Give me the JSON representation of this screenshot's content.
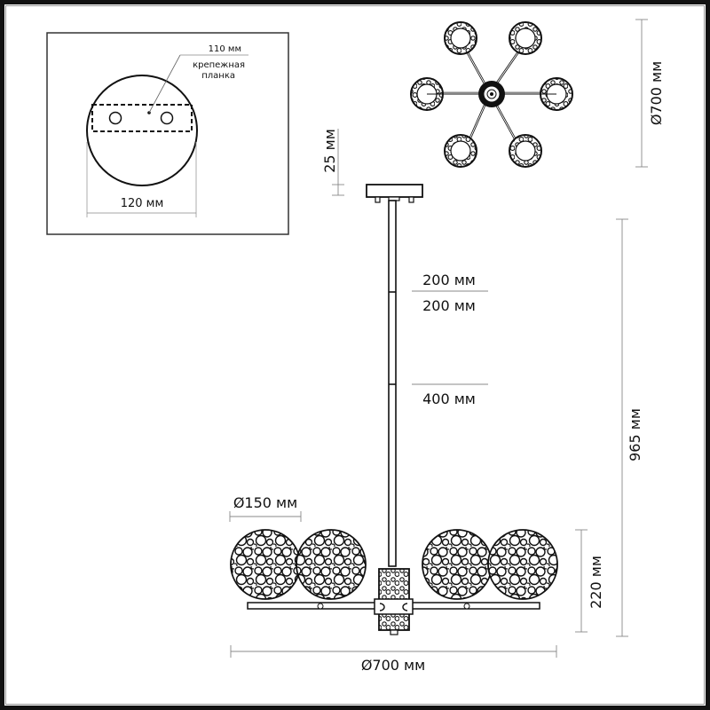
{
  "inset": {
    "label_bar_size": "110 мм",
    "label_bar_name_line1": "крепежная",
    "label_bar_name_line2": "планка",
    "label_canopy_diameter": "120 мм"
  },
  "top_view": {
    "arms": 6,
    "label_diameter": "Ø700 мм"
  },
  "side_view": {
    "label_canopy_height": "25 мм",
    "rod_segments": [
      "200 мм",
      "200 мм",
      "400 мм"
    ],
    "label_total_height": "965 мм",
    "label_shade_diameter": "Ø150 мм",
    "label_body_height": "220 мм",
    "label_width": "Ø700 мм"
  },
  "colors": {
    "line": "#111111",
    "dim_line": "#888888",
    "background": "#ffffff"
  }
}
